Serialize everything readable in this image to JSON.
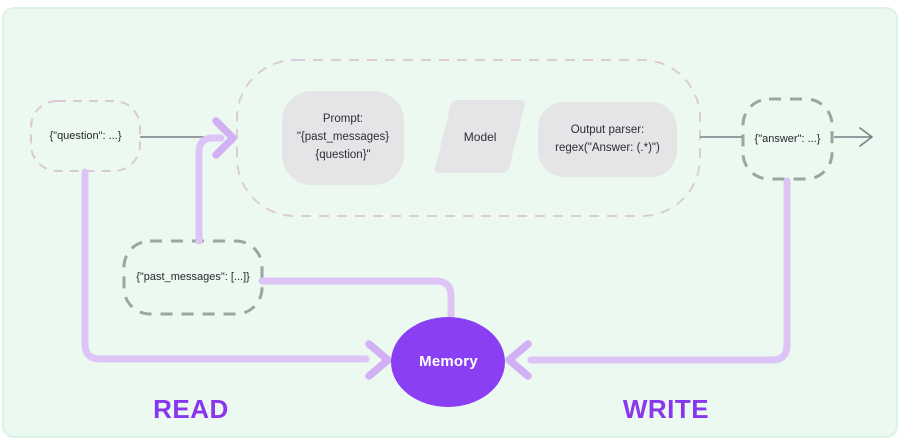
{
  "diagram_title": "chain-with-memory-flow",
  "nodes": {
    "question": {
      "label": "{\"question\": ...}"
    },
    "past_messages": {
      "label": "{\"past_messages\": [...]}"
    },
    "answer": {
      "label": "{\"answer\": ...}"
    },
    "memory": {
      "label": "Memory"
    }
  },
  "chain": {
    "prompt": {
      "lines": [
        "Prompt:",
        "\"{past_messages}",
        "{question}\""
      ]
    },
    "model": {
      "label": "Model"
    },
    "output_parser": {
      "lines": [
        "Output parser:",
        "regex(\"Answer: (.*)\")"
      ]
    }
  },
  "labels": {
    "read": "READ",
    "write": "WRITE"
  },
  "colors": {
    "card_background": "#ebf9f0",
    "memory_fill": "#8b3ff2",
    "flow_line": "#dcc5f6",
    "flow_arrowhead": "#d2b0f4",
    "flow_label_text": "#8936ef",
    "chain_dash": "#dbccd9",
    "io_dash": "#9ba6a1",
    "connector_gray": "#7a7f82",
    "box_fill": "#e5e5e8"
  }
}
